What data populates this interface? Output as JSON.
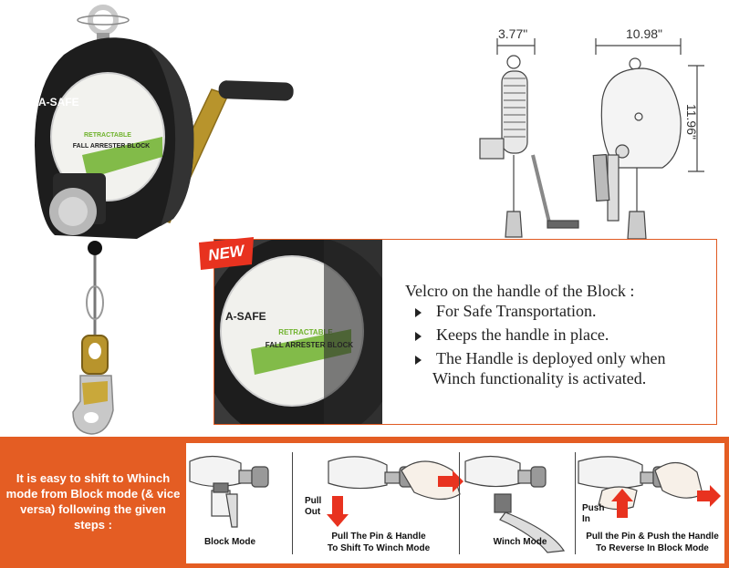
{
  "product": {
    "brand": "A-SAFE",
    "label_line1": "RETRACTABLE",
    "label_line2": "FALL ARRESTER BLOCK"
  },
  "dimensions": {
    "depth": "3.77\"",
    "width": "10.98\"",
    "height": "11.96\""
  },
  "callout": {
    "badge": "NEW",
    "title": "Velcro on the handle of the Block :",
    "features": [
      "For Safe Transportation.",
      "Keeps the handle in place.",
      "The Handle is deployed only when"
    ],
    "feature_continuation": "Winch functionality is activated."
  },
  "instructions": {
    "text": "It is easy to shift to Whinch mode from Block mode (& vice versa) following the given steps :",
    "steps": [
      {
        "caption_line1": "Block Mode",
        "caption_line2": ""
      },
      {
        "caption_line1": "Pull The Pin & Handle",
        "caption_line2": "To Shift To Winch Mode",
        "arrow_label_line1": "Pull",
        "arrow_label_line2": "Out"
      },
      {
        "caption_line1": "Winch Mode",
        "caption_line2": ""
      },
      {
        "caption_line1": "Pull the Pin & Push the Handle",
        "caption_line2": "To Reverse In Block Mode",
        "arrow_label_line1": "Push",
        "arrow_label_line2": "In"
      }
    ]
  },
  "colors": {
    "accent_orange": "#e45d23",
    "arrow_red": "#e8321f",
    "body_black": "#1d1d1d",
    "handle_gold": "#b8942c",
    "label_green": "#6fb22c"
  }
}
